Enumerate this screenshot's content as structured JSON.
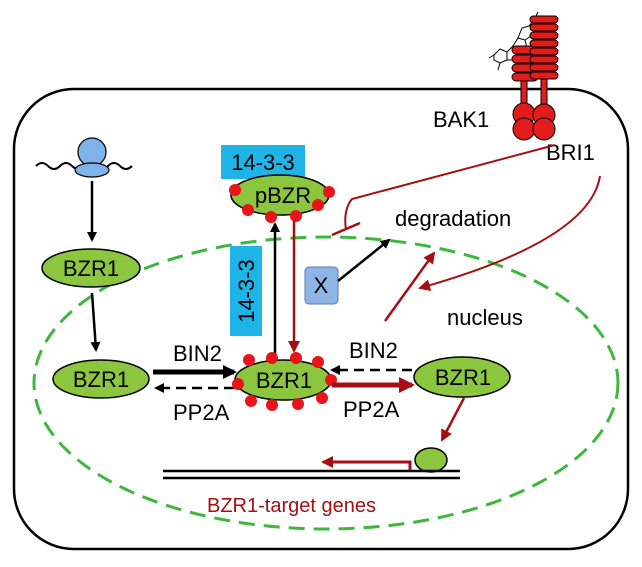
{
  "labels": {
    "bak1": "BAK1",
    "bri1": "BRI1",
    "degradation": "degradation",
    "nucleus": "nucleus",
    "protein_1433_top": "14-3-3",
    "protein_1433_side": "14-3-3",
    "pbzr": "pBZR",
    "x": "X",
    "bzr1_cytoplasm": "BZR1",
    "bzr1_left": "BZR1",
    "bzr1_center": "BZR1",
    "bzr1_right": "BZR1",
    "bin2_left": "BIN2",
    "pp2a_left": "PP2A",
    "bin2_right": "BIN2",
    "pp2a_right": "PP2A",
    "target_genes": "BZR1-target genes"
  },
  "colors": {
    "protein_green": "#8cc63f",
    "phospho_red": "#e8141a",
    "receptor_red": "#e21b1b",
    "signal_dark_red": "#a50f12",
    "nucleus_green": "#3cb83c",
    "box_cyan": "#1fb4e8",
    "x_box_blue": "#8fb5e6",
    "ribosome_blue": "#7fb3ea",
    "line_black": "#000000"
  }
}
